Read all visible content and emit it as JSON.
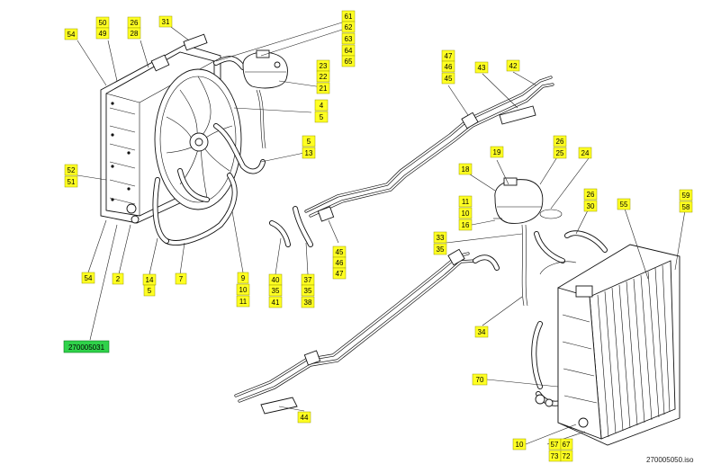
{
  "drawing_reference": "270005031",
  "file_name": "270005050.iso",
  "callouts": [
    {
      "id": "c54a",
      "label": "54"
    },
    {
      "id": "c50",
      "label": "50"
    },
    {
      "id": "c49",
      "label": "49"
    },
    {
      "id": "c26a",
      "label": "26"
    },
    {
      "id": "c28",
      "label": "28"
    },
    {
      "id": "c31",
      "label": "31"
    },
    {
      "id": "c61",
      "label": "61"
    },
    {
      "id": "c62",
      "label": "62"
    },
    {
      "id": "c63",
      "label": "63"
    },
    {
      "id": "c64",
      "label": "64"
    },
    {
      "id": "c65",
      "label": "65"
    },
    {
      "id": "c23",
      "label": "23"
    },
    {
      "id": "c22",
      "label": "22"
    },
    {
      "id": "c21",
      "label": "21"
    },
    {
      "id": "c4",
      "label": "4"
    },
    {
      "id": "c5a",
      "label": "5"
    },
    {
      "id": "c5b",
      "label": "5"
    },
    {
      "id": "c13",
      "label": "13"
    },
    {
      "id": "c52",
      "label": "52"
    },
    {
      "id": "c51",
      "label": "51"
    },
    {
      "id": "c54b",
      "label": "54"
    },
    {
      "id": "c2",
      "label": "2"
    },
    {
      "id": "c14",
      "label": "14"
    },
    {
      "id": "c5c",
      "label": "5"
    },
    {
      "id": "c7",
      "label": "7"
    },
    {
      "id": "c9",
      "label": "9"
    },
    {
      "id": "c10a",
      "label": "10"
    },
    {
      "id": "c11a",
      "label": "11"
    },
    {
      "id": "c40",
      "label": "40"
    },
    {
      "id": "c35a",
      "label": "35"
    },
    {
      "id": "c41",
      "label": "41"
    },
    {
      "id": "c37",
      "label": "37"
    },
    {
      "id": "c35b",
      "label": "35"
    },
    {
      "id": "c38",
      "label": "38"
    },
    {
      "id": "c45a",
      "label": "45"
    },
    {
      "id": "c46a",
      "label": "46"
    },
    {
      "id": "c47a",
      "label": "47"
    },
    {
      "id": "c47b",
      "label": "47"
    },
    {
      "id": "c46b",
      "label": "46"
    },
    {
      "id": "c45b",
      "label": "45"
    },
    {
      "id": "c43",
      "label": "43"
    },
    {
      "id": "c42",
      "label": "42"
    },
    {
      "id": "c19",
      "label": "19"
    },
    {
      "id": "c26b",
      "label": "26"
    },
    {
      "id": "c25",
      "label": "25"
    },
    {
      "id": "c24",
      "label": "24"
    },
    {
      "id": "c18",
      "label": "18"
    },
    {
      "id": "c11b",
      "label": "11"
    },
    {
      "id": "c10b",
      "label": "10"
    },
    {
      "id": "c16",
      "label": "16"
    },
    {
      "id": "c26c",
      "label": "26"
    },
    {
      "id": "c30",
      "label": "30"
    },
    {
      "id": "c55",
      "label": "55"
    },
    {
      "id": "c59",
      "label": "59"
    },
    {
      "id": "c58",
      "label": "58"
    },
    {
      "id": "c33",
      "label": "33"
    },
    {
      "id": "c35c",
      "label": "35"
    },
    {
      "id": "c34",
      "label": "34"
    },
    {
      "id": "c70",
      "label": "70"
    },
    {
      "id": "c44",
      "label": "44"
    },
    {
      "id": "c10c",
      "label": "10"
    },
    {
      "id": "c57",
      "label": "57"
    },
    {
      "id": "c67",
      "label": "67"
    },
    {
      "id": "c73",
      "label": "73"
    },
    {
      "id": "c72",
      "label": "72"
    }
  ],
  "colors": {
    "callout_fill": "#ffff22",
    "reference_fill": "#2fd24a",
    "line": "#111111"
  }
}
